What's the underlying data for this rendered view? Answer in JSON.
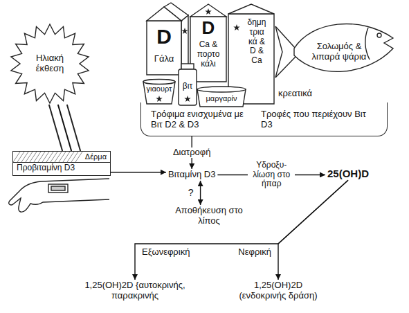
{
  "diagram": {
    "nodes": [
      {
        "text": [
          "Τρόφιμα ενισχυμένα με Βιτ D2 & D3",
          "Τροφές που περιέχουν Βιτ D3"
        ]
      },
      {
        "text": [
          "Ηλιακή έκθεση"
        ]
      },
      {
        "text": [
          "Δέρμα",
          "Προβιταμίνη D3"
        ]
      },
      {
        "text": [
          "Βιταμίνη D3"
        ]
      },
      {
        "text": [
          "Αποθήκευση στο λίπος"
        ]
      },
      {
        "text": [
          "25(OH)D"
        ]
      },
      {
        "text": [
          "1,25(OH)2D {αυτοκρινής, παρακρινής"
        ]
      },
      {
        "text": [
          "1,25(OH)2D (ενδοκρινής δράση)"
        ]
      }
    ],
    "edges": [
      {
        "from": 0,
        "to": 3,
        "arrow": "to",
        "label": "Διατροφή"
      },
      {
        "from": 1,
        "to": 2,
        "arrow": "none"
      },
      {
        "from": 2,
        "to": 3,
        "arrow": "to"
      },
      {
        "from": 3,
        "to": 4,
        "arrow": "both",
        "label": "?"
      },
      {
        "from": 3,
        "to": 5,
        "arrow": "to",
        "label": "Υδροξυ- λίωση στο ήπαρ"
      },
      {
        "from": 5,
        "to": 6,
        "arrow": "to",
        "label": "Εξωνεφρική"
      },
      {
        "from": 5,
        "to": 7,
        "arrow": "to",
        "label": "Νεφρική"
      }
    ],
    "labels": [
      "D",
      "Γάλα",
      "D",
      "Ca & πορτο κάλι",
      "δημη τρια κά & D & Ca",
      "γιαουρτ",
      "βιτ",
      "μαργαρίν",
      "Σολωμός & λιπαρά ψάρια",
      "κρεατικά"
    ]
  }
}
